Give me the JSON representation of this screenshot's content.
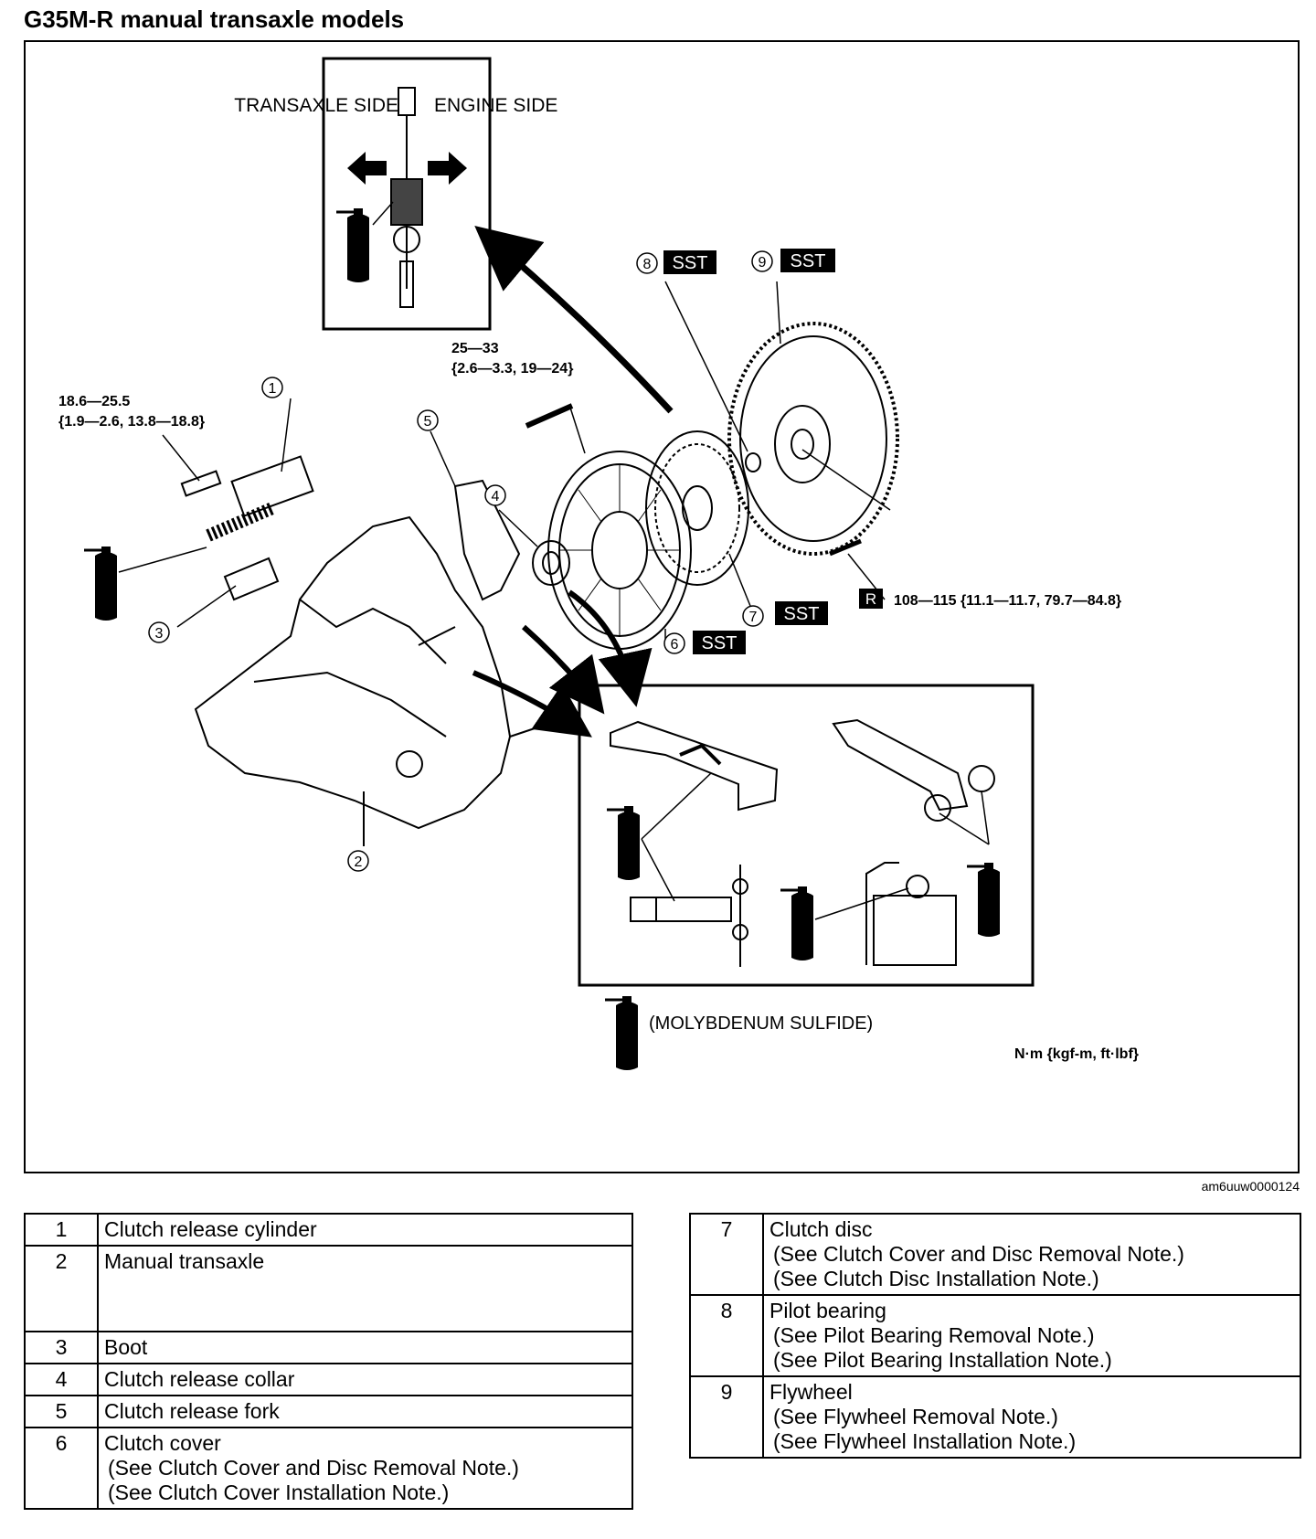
{
  "title": "G35M-R manual transaxle models",
  "doc_id": "am6uuw0000124",
  "inset_top": {
    "left_label": "TRANSAXLE SIDE",
    "right_label": "ENGINE SIDE"
  },
  "grease_label": "GREASE",
  "sst_label": "SST",
  "r_label": "R",
  "torque": {
    "cylinder_line1": "18.6—25.5",
    "cylinder_line2": "{1.9—2.6, 13.8—18.8}",
    "cover_line1": "25—33",
    "cover_line2": "{2.6—3.3, 19—24}",
    "flywheel": "108—115 {11.1—11.7, 79.7—84.8}"
  },
  "callouts": [
    "1",
    "2",
    "3",
    "4",
    "5",
    "6",
    "7",
    "8",
    "9"
  ],
  "molybdenum_note": "(MOLYBDENUM SULFIDE)",
  "unit_note": "N·m {kgf-m, ft·lbf}",
  "parts_left": [
    {
      "num": "1",
      "name": "Clutch release cylinder",
      "notes": []
    },
    {
      "num": "2",
      "name": "Manual transaxle",
      "notes": []
    },
    {
      "num": "3",
      "name": "Boot",
      "notes": []
    },
    {
      "num": "4",
      "name": "Clutch release collar",
      "notes": []
    },
    {
      "num": "5",
      "name": "Clutch release fork",
      "notes": []
    },
    {
      "num": "6",
      "name": "Clutch cover",
      "notes": [
        "(See Clutch Cover and Disc Removal Note.)",
        "(See Clutch Cover Installation Note.)"
      ]
    }
  ],
  "parts_right": [
    {
      "num": "7",
      "name": "Clutch disc",
      "notes": [
        "(See Clutch Cover and Disc Removal Note.)",
        "(See Clutch Disc Installation Note.)"
      ]
    },
    {
      "num": "8",
      "name": "Pilot bearing",
      "notes": [
        "(See Pilot Bearing Removal Note.)",
        "(See Pilot Bearing Installation Note.)"
      ]
    },
    {
      "num": "9",
      "name": "Flywheel",
      "notes": [
        "(See Flywheel Removal Note.)",
        "(See Flywheel Installation Note.)"
      ]
    }
  ]
}
